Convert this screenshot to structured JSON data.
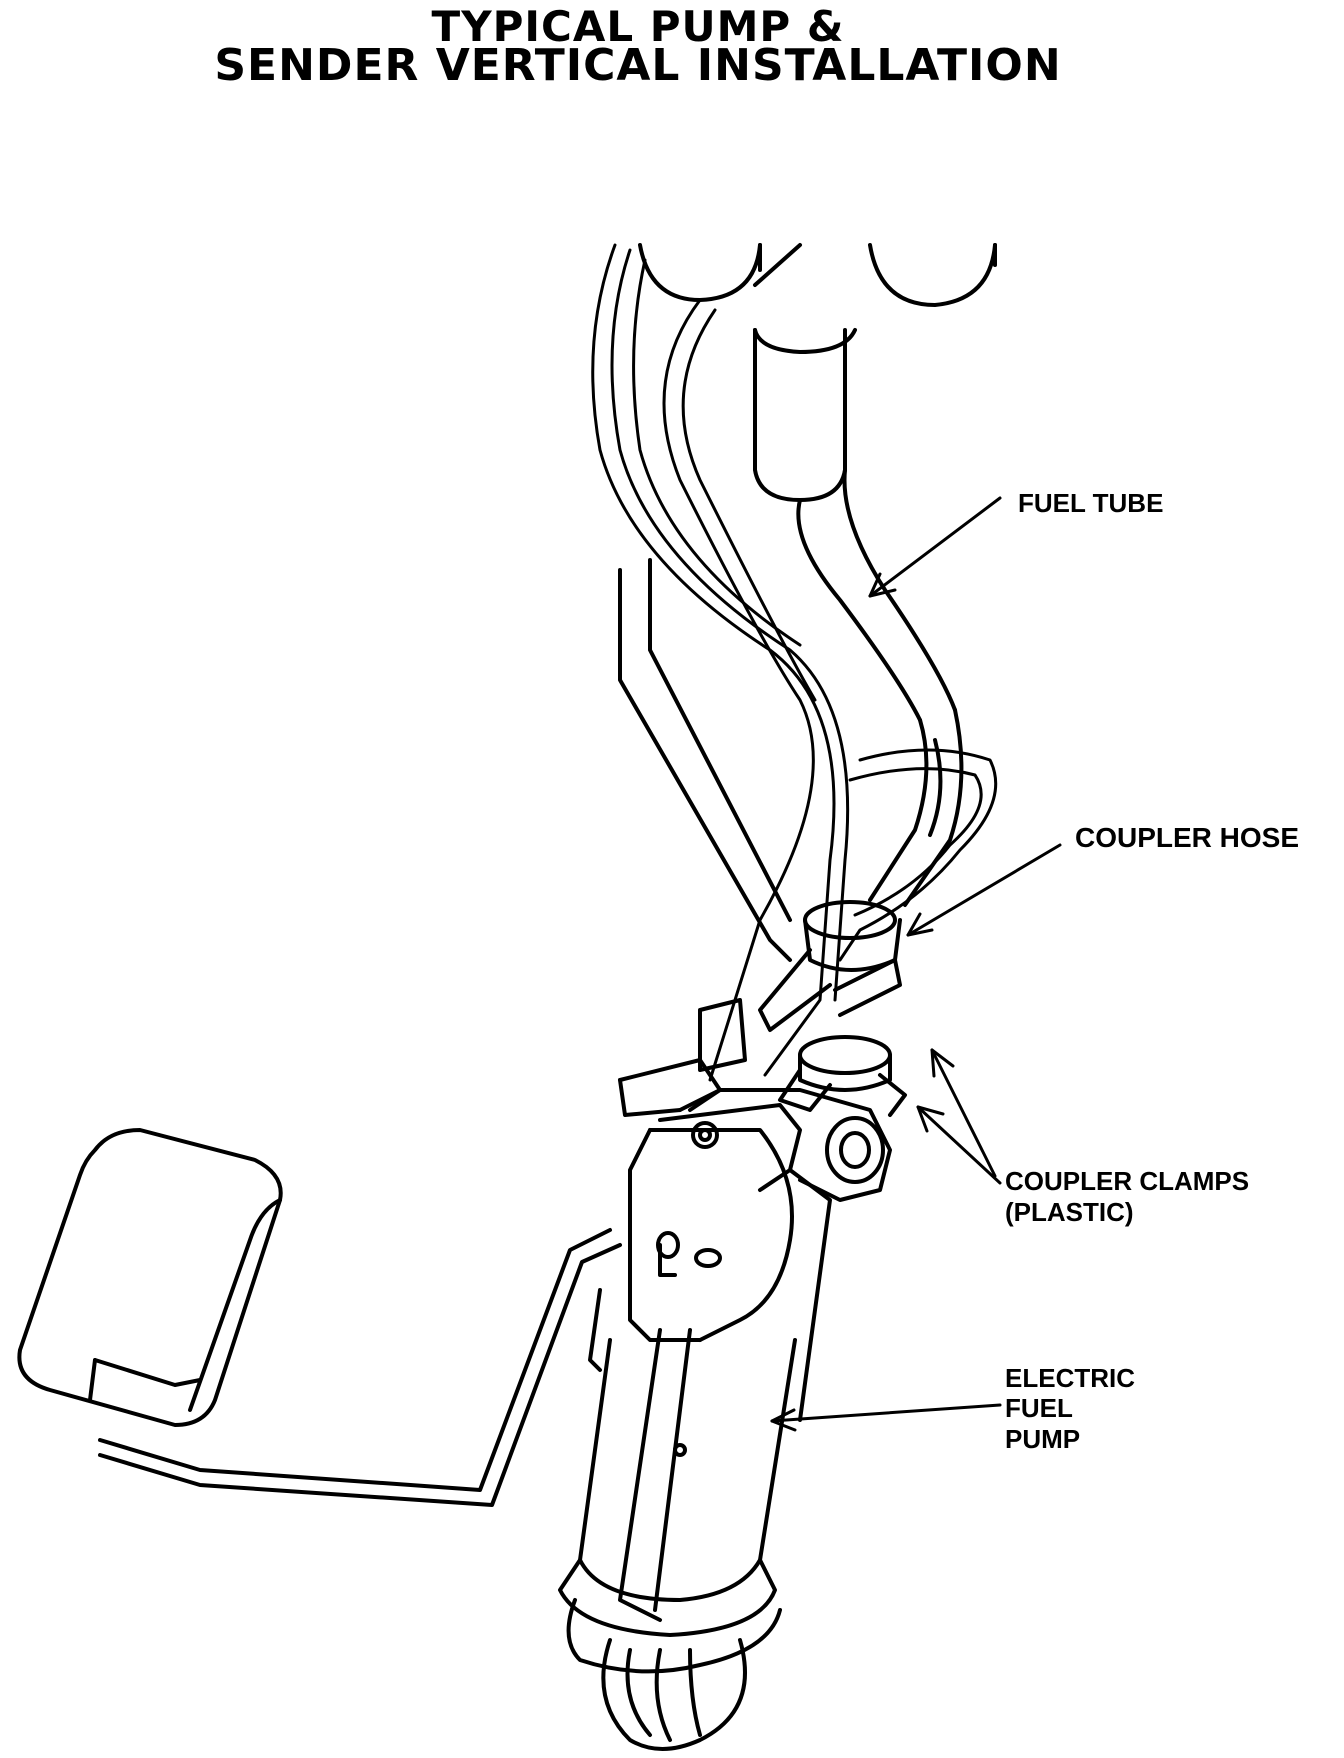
{
  "title": {
    "line1": "TYPICAL PUMP &",
    "line2": "SENDER VERTICAL INSTALLATION"
  },
  "callouts": {
    "fuel_tube": "FUEL TUBE",
    "coupler_hose": "COUPLER HOSE",
    "coupler_clamps_line1": "COUPLER CLAMPS",
    "coupler_clamps_line2": "(PLASTIC)",
    "pump_line1": "ELECTRIC",
    "pump_line2": "FUEL",
    "pump_line3": "PUMP"
  },
  "colors": {
    "ink": "#000000",
    "paper": "#ffffff"
  }
}
